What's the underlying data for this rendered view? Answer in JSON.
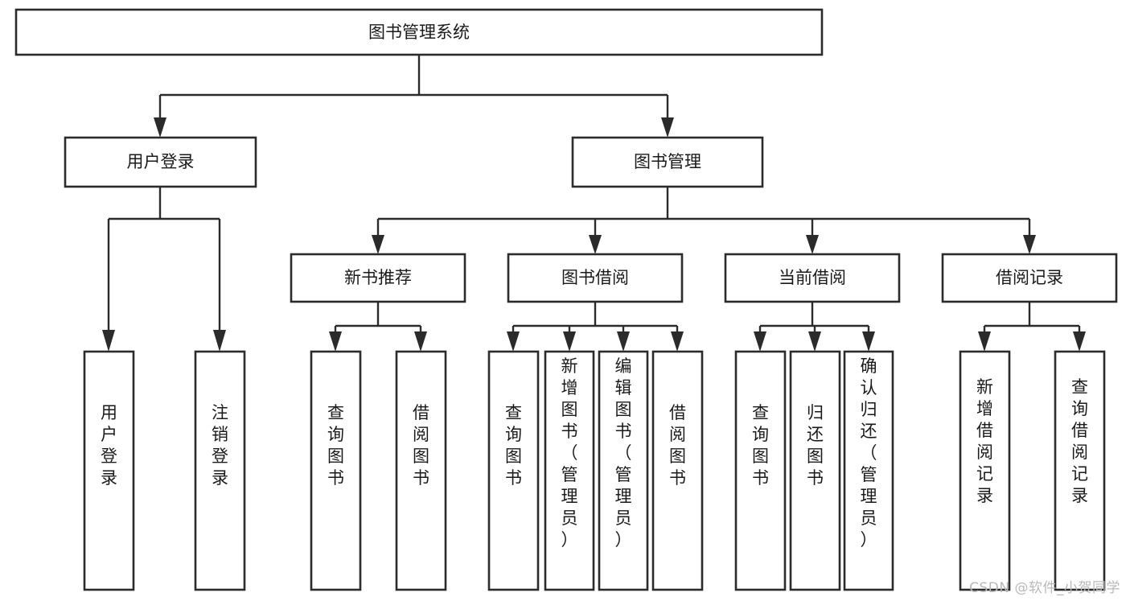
{
  "diagram": {
    "title": "图书管理系统",
    "type": "tree-hierarchy-diagram",
    "root": {
      "id": "root",
      "label": "图书管理系统"
    },
    "level2": [
      {
        "id": "user-login",
        "label": "用户登录"
      },
      {
        "id": "book-manage",
        "label": "图书管理"
      }
    ],
    "level3": [
      {
        "id": "new-book-recommend",
        "label": "新书推荐",
        "parent": "book-manage"
      },
      {
        "id": "book-borrow",
        "label": "图书借阅",
        "parent": "book-manage"
      },
      {
        "id": "current-borrow",
        "label": "当前借阅",
        "parent": "book-manage"
      },
      {
        "id": "borrow-record",
        "label": "借阅记录",
        "parent": "book-manage"
      }
    ],
    "leaves": [
      {
        "id": "leaf-user-login",
        "label": "用户登录",
        "parent": "user-login"
      },
      {
        "id": "leaf-user-logout",
        "label": "注销登录",
        "parent": "user-login"
      },
      {
        "id": "leaf-query-book-1",
        "label": "查询图书",
        "parent": "new-book-recommend"
      },
      {
        "id": "leaf-borrow-book-1",
        "label": "借阅图书",
        "parent": "new-book-recommend"
      },
      {
        "id": "leaf-query-book-2",
        "label": "查询图书",
        "parent": "book-borrow"
      },
      {
        "id": "leaf-add-book",
        "label": "新增图书（管理员）",
        "parent": "book-borrow"
      },
      {
        "id": "leaf-edit-book",
        "label": "编辑图书（管理员）",
        "parent": "book-borrow"
      },
      {
        "id": "leaf-borrow-book-2",
        "label": "借阅图书",
        "parent": "book-borrow"
      },
      {
        "id": "leaf-query-book-3",
        "label": "查询图书",
        "parent": "current-borrow"
      },
      {
        "id": "leaf-return-book",
        "label": "归还图书",
        "parent": "current-borrow"
      },
      {
        "id": "leaf-confirm-return",
        "label": "确认归还（管理员）",
        "parent": "current-borrow"
      },
      {
        "id": "leaf-add-record",
        "label": "新增借阅记录",
        "parent": "borrow-record"
      },
      {
        "id": "leaf-query-record",
        "label": "查询借阅记录",
        "parent": "borrow-record"
      }
    ],
    "colors": {
      "stroke": "#2b2b2b",
      "fill": "#ffffff",
      "text": "#1a1a1a",
      "watermark": "#b9b9b9",
      "background": "#ffffff"
    }
  },
  "watermark": {
    "text": "CSDN @软件_小贺同学"
  }
}
